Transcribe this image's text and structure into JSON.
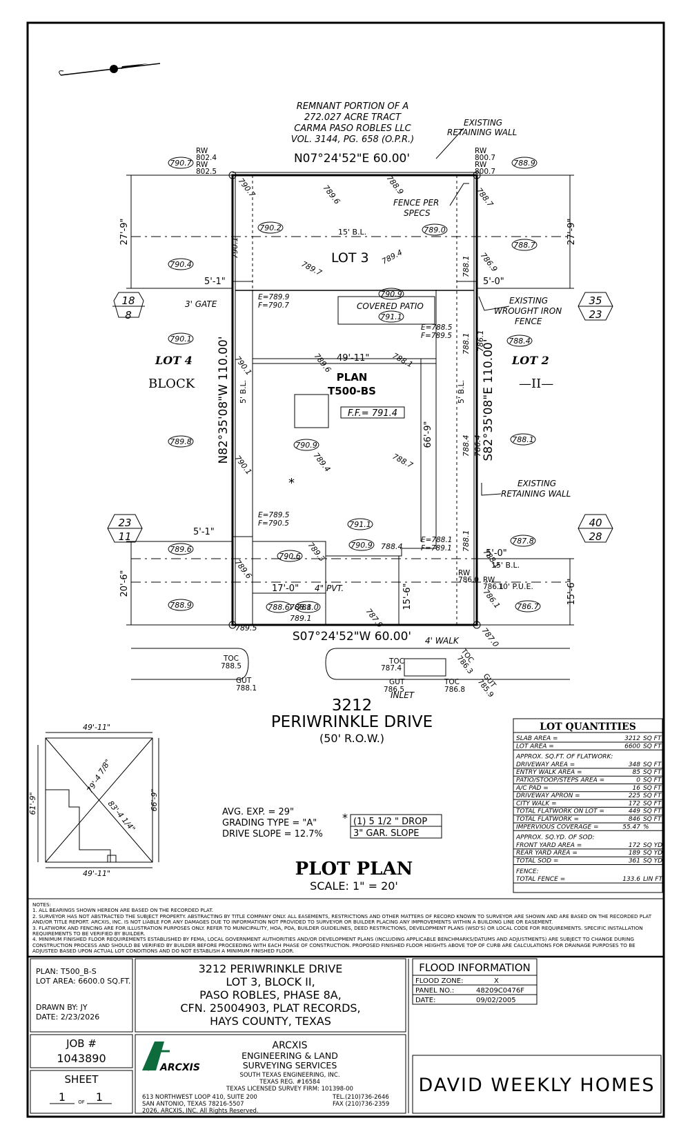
{
  "north_arrow": {
    "label": "N"
  },
  "remnant": {
    "lines": [
      "REMNANT PORTION OF A",
      "272.027 ACRE TRACT",
      "CARMA PASO ROBLES LLC",
      "VOL. 3144, PG. 658 (O.P.R.)"
    ]
  },
  "annotations": {
    "existing_retaining_wall_top": [
      "EXISTING",
      "RETAINING WALL"
    ],
    "fence_per_specs": [
      "FENCE PER",
      "SPECS"
    ],
    "existing_wrought_iron_fence": [
      "EXISTING",
      "WROUGHT IRON",
      "FENCE"
    ],
    "existing_retaining_wall_right": [
      "EXISTING",
      "RETAINING WALL"
    ],
    "gate": "3' GATE",
    "covered_patio": "COVERED PATIO",
    "pvt": "4\" PVT.",
    "walk": "4' WALK",
    "inlet": "INLET"
  },
  "bearings": {
    "top": "N07°24'52\"E 60.00'",
    "bottom": "S07°24'52\"W 60.00'",
    "left": "N82°35'08\"W 110.00'",
    "right": "S82°35'08\"E 110.00'"
  },
  "dims": {
    "rear_left": "27'-9\"",
    "rear_right": "27'-9\"",
    "front_left": "20'-6\"",
    "front_right": "15'-6\"",
    "side_tl": "5'-1\"",
    "side_tr": "5'-0\"",
    "side_bl": "5'-1\"",
    "side_br": "5'-0\"",
    "house_width": "49'-11\"",
    "house_depth": "66'-9\"",
    "drive_width": "17'-0\"",
    "walk_depth": "15'-6\"",
    "bl_rear": "15' B.L.",
    "bl_front": "15' B.L.",
    "bl_side": "5' B.L.",
    "pue": "10' P.U.E."
  },
  "lots": {
    "lot3": "LOT 3",
    "lot4": "LOT 4",
    "lot2": "LOT 2",
    "block": "BLOCK",
    "block_num": "—II—",
    "hex_tl": [
      "18",
      "8"
    ],
    "hex_tr": [
      "35",
      "23"
    ],
    "hex_bl": [
      "23",
      "11"
    ],
    "hex_br": [
      "40",
      "28"
    ]
  },
  "plan": {
    "name": "PLAN",
    "code": "T500-BS",
    "ff": "F.F.= 791.4"
  },
  "elevations": {
    "e1": "790.7",
    "e2": "788.9",
    "e3": "790.2",
    "e4": "789.0",
    "e5": "790.4",
    "e6": "788.7",
    "e7": "790.9",
    "e8": "791.1",
    "e9": "790.1",
    "e10": "788.4",
    "e11": "789.8",
    "e12": "788.1",
    "e13": "790.9",
    "e14": "791.1",
    "e15": "789.6",
    "e16": "790.6",
    "e17": "790.9",
    "e18": "787.8",
    "e19": "788.9",
    "e20": "788.6",
    "e21": "788.0",
    "e22": "786.7",
    "s1": "789.6",
    "s2": "788.9",
    "s3": "789.7",
    "s4": "789.4",
    "s5": "786.9",
    "s6": "789.6",
    "s7": "788.1",
    "s8": "789.4",
    "s9": "788.7",
    "s10": "789.3",
    "s11": "787.9",
    "s12": "786.1",
    "s13": "787.0",
    "s14": "788.4",
    "s15": "789.1",
    "s16": "788.1",
    "s17": "788.1",
    "s18": "788.4",
    "s19": "790.1",
    "s20": "790.1",
    "s21": "790.1",
    "s22": "788.7",
    "s23": "789.6",
    "s24": "789.5",
    "s25": "786.4",
    "s26": "786.1",
    "s27": "788.1",
    "s28": "788.1",
    "s29": "790.7",
    "s30": "788.1",
    "rw_tl1": "RW",
    "rw_tl2": "802.4",
    "rw_tl3": "RW",
    "rw_tl4": "802.5",
    "rw_tr1": "RW",
    "rw_tr2": "800.7",
    "rw_tr3": "RW",
    "rw_tr4": "800.7",
    "rw_br1": "RW",
    "rw_br2": "786.0",
    "rw_br3": "RW",
    "rw_br4": "786.1",
    "ef1": "E=789.9",
    "ef2": "F=790.7",
    "ef3": "E=788.5",
    "ef4": "F=789.5",
    "ef5": "E=789.5",
    "ef6": "F=790.5",
    "ef7": "E=788.1",
    "ef8": "F=789.1",
    "toc1": "TOC",
    "toc1v": "788.5",
    "gut1": "GUT",
    "gut1v": "788.1",
    "toc2": "TOC",
    "toc2v": "787.4",
    "gut2": "GUT",
    "gut2v": "786.5",
    "toc3": "TOC",
    "toc3v": "786.8",
    "toc4": "TOC",
    "toc4v": "786.3",
    "gut3": "GUT",
    "gut3v": "785.9"
  },
  "street": {
    "number": "3212",
    "name": "PERIWRINKLE DRIVE",
    "row": "(50' R.O.W.)"
  },
  "mini": {
    "top": "49'-11\"",
    "bottom": "49'-11\"",
    "left": "61'-9\"",
    "right": "66'-9\"",
    "diag1": "79'-4 7/8\"",
    "diag2": "83'-4 1/4\""
  },
  "grading": {
    "avg_exp": "AVG. EXP. = 29\"",
    "type": "GRADING TYPE = \"A\"",
    "slope": "DRIVE SLOPE = 12.7%",
    "drop": "(1) 5 1/2 \" DROP",
    "gar": "3\" GAR. SLOPE"
  },
  "title": {
    "main": "PLOT PLAN",
    "scale": "SCALE: 1\" = 20'"
  },
  "quantities": {
    "heading": "LOT QUANTITIES",
    "rows1": [
      {
        "label": "SLAB AREA =",
        "value": "3212",
        "unit": "SQ FT"
      },
      {
        "label": "LOT AREA =",
        "value": "6600",
        "unit": "SQ FT"
      }
    ],
    "flat_heading": "APPROX. SQ.FT. OF FLATWORK:",
    "rows2": [
      {
        "label": "DRIVEWAY AREA =",
        "value": "348",
        "unit": "SQ FT"
      },
      {
        "label": "ENTRY WALK AREA =",
        "value": "85",
        "unit": "SQ FT"
      },
      {
        "label": "PATIO/STOOP/STEPS AREA =",
        "value": "0",
        "unit": "SQ FT"
      },
      {
        "label": "A/C PAD =",
        "value": "16",
        "unit": "SQ FT"
      },
      {
        "label": "DRIVEWAY APRON =",
        "value": "225",
        "unit": "SQ FT"
      },
      {
        "label": "CITY WALK =",
        "value": "172",
        "unit": "SQ FT"
      },
      {
        "label": "TOTAL FLATWORK ON LOT =",
        "value": "449",
        "unit": "SQ FT"
      },
      {
        "label": "TOTAL FLATWORK =",
        "value": "846",
        "unit": "SQ FT"
      },
      {
        "label": "IMPERVIOUS COVERAGE =",
        "value": "55.47",
        "unit": "%"
      }
    ],
    "sod_heading": "APPROX. SQ.YD. OF SOD:",
    "rows3": [
      {
        "label": "FRONT YARD AREA =",
        "value": "172",
        "unit": "SQ YD"
      },
      {
        "label": "REAR YARD AREA =",
        "value": "189",
        "unit": "SQ YD"
      },
      {
        "label": "TOTAL SOD =",
        "value": "361",
        "unit": "SQ YD"
      }
    ],
    "fence_heading": "FENCE:",
    "rows4": [
      {
        "label": "TOTAL FENCE =",
        "value": "133.6",
        "unit": "LIN FT"
      }
    ]
  },
  "notes": {
    "heading": "NOTES:",
    "lines": [
      "1.  ALL BEARINGS SHOWN HEREON ARE BASED ON THE RECORDED PLAT.",
      "2.  SURVEYOR HAS NOT ABSTRACTED THE SUBJECT PROPERTY. ABSTRACTING BY TITLE COMPANY ONLY. ALL EASEMENTS, RESTRICTIONS AND OTHER MATTERS OF RECORD KNOWN TO SURVEYOR ARE SHOWN AND ARE BASED ON THE RECORDED PLAT",
      "     AND/OR TITLE REPORT. ARCXIS, INC. IS NOT LIABLE FOR ANY DAMAGES DUE TO INFORMATION NOT PROVIDED TO SURVEYOR OR BUILDER PLACING ANY IMPROVEMENTS WITHIN A BUILDING LINE OR EASEMENT.",
      "3.  FLATWORK AND FENCING ARE FOR ILLUSTRATION PURPOSES ONLY. REFER TO MUNICIPALITY, HOA, POA, BUILDER GUIDELINES, DEED RESTRICTIONS, DEVELOPMENT PLANS (WSD'S) OR LOCAL CODE FOR REQUIREMENTS. SPECIFIC INSTALLATION",
      "     REQUIREMENTS TO BE VERIFIED BY BUILDER.",
      "4.  MINIMUM FINISHED FLOOR REQUIREMENTS ESTABLISHED BY FEMA, LOCAL GOVERNMENT AUTHORITIES AND/OR DEVELOPMENT PLANS (INCLUDING APPLICABLE BENCHMARKS/DATUMS AND ADJUSTMENTS) ARE SUBJECT TO CHANGE DURING",
      "     CONSTRUCTION PROCESS AND SHOULD BE VERIFIED BY BUILDER BEFORE PROCEEDING WITH EACH PHASE OF CONSTRUCTION.  PROPOSED FINISHED FLOOR HEIGHTS ABOVE TOP OF CURB ARE CALCULATIONS FOR DRAINAGE PURPOSES TO BE",
      "     ADJUSTED BASED UPON ACTUAL LOT CONDITIONS AND DO NOT ESTABLISH A MINIMUM FINISHED FLOOR."
    ]
  },
  "titleblock": {
    "plan": "PLAN:  T500_B-S",
    "lot_area": "LOT AREA:  6600.0 SQ.FT.",
    "drawn_by": "DRAWN  BY:  JY",
    "date": "DATE:   2/23/2026",
    "address_lines": [
      "3212  PERIWRINKLE  DRIVE",
      "LOT  3,  BLOCK  II,",
      "PASO  ROBLES,  PHASE  8A,",
      "CFN.  25004903,  PLAT  RECORDS,",
      "HAYS  COUNTY,  TEXAS"
    ],
    "job_label": "JOB  #",
    "job": "1043890",
    "sheet_label": "SHEET",
    "sheet_num": "1",
    "sheet_of": "OF",
    "sheet_total": "1",
    "logo_text": "ARCXIS",
    "company_lines": [
      "ARCXIS",
      "ENGINEERING  &  LAND",
      "SURVEYING  SERVICES"
    ],
    "company_small": [
      "SOUTH TEXAS ENGINEERING, INC.",
      "TEXAS REG. #16584",
      "TEXAS LICENSED SURVEY FIRM: 101398-00"
    ],
    "address_small": [
      "613 NORTHWEST LOOP 410, SUITE 200",
      "SAN ANTONIO, TEXAS 78216-5507",
      "2026, ARCXIS, INC. All Rights Reserved."
    ],
    "phone": "TEL.(210)736-2646",
    "fax": "FAX  (210)736-2359",
    "flood_heading": "FLOOD  INFORMATION",
    "flood_zone_label": "FLOOD ZONE:",
    "flood_zone": "X",
    "panel_label": "PANEL NO.:",
    "panel": "48209C0476F",
    "flood_date_label": "DATE:",
    "flood_date": "09/02/2005",
    "builder": "DAVID  WEEKLY  HOMES"
  }
}
